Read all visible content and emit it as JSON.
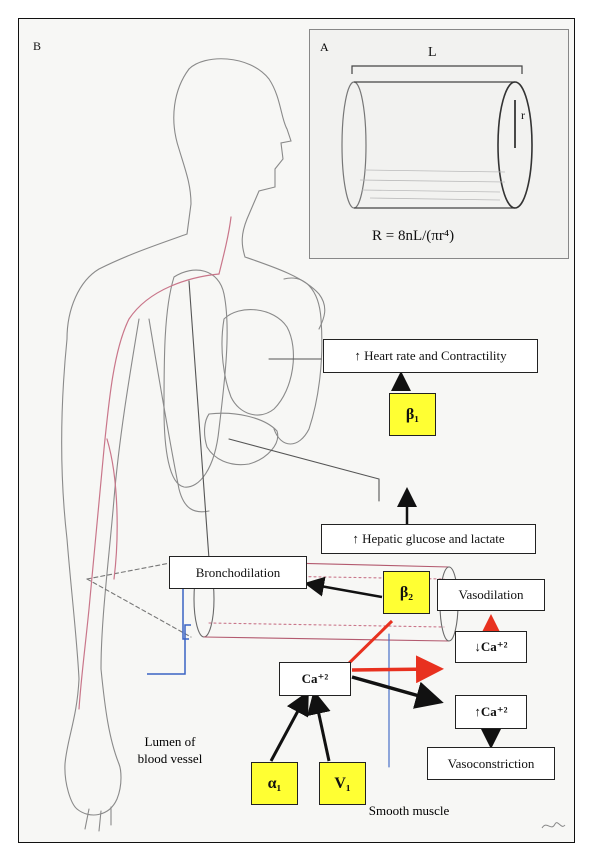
{
  "panel_b": {
    "tag": "B"
  },
  "panel_a": {
    "tag": "A",
    "length_label": "L",
    "radius_label": "r",
    "formula": "R = 8nL/(πr⁴)"
  },
  "receptors": {
    "beta1": "β₁",
    "beta2": "β₂",
    "alpha1": "α₁",
    "v1": "V₁"
  },
  "effects": {
    "heart": "↑ Heart rate and Contractility",
    "hepatic": "↑ Hepatic glucose and lactate",
    "broncho": "Bronchodilation",
    "vasodilation": "Vasodilation",
    "vasoconstriction": "Vasoconstriction",
    "ca_center": "Ca⁺²",
    "ca_down": "↓Ca⁺²",
    "ca_up": "↑Ca⁺²"
  },
  "labels": {
    "lumen": "Lumen of blood vessel",
    "lumen_line1": "Lumen of",
    "lumen_line2": "blood vessel",
    "smooth_muscle": "Smooth muscle"
  },
  "colors": {
    "receptor_fill": "#ffff33",
    "inhibit_arrow": "#e8311f",
    "activate_arrow": "#111111",
    "lumen_bracket": "#3a63c4",
    "vessel_wall": "#c9768a"
  }
}
